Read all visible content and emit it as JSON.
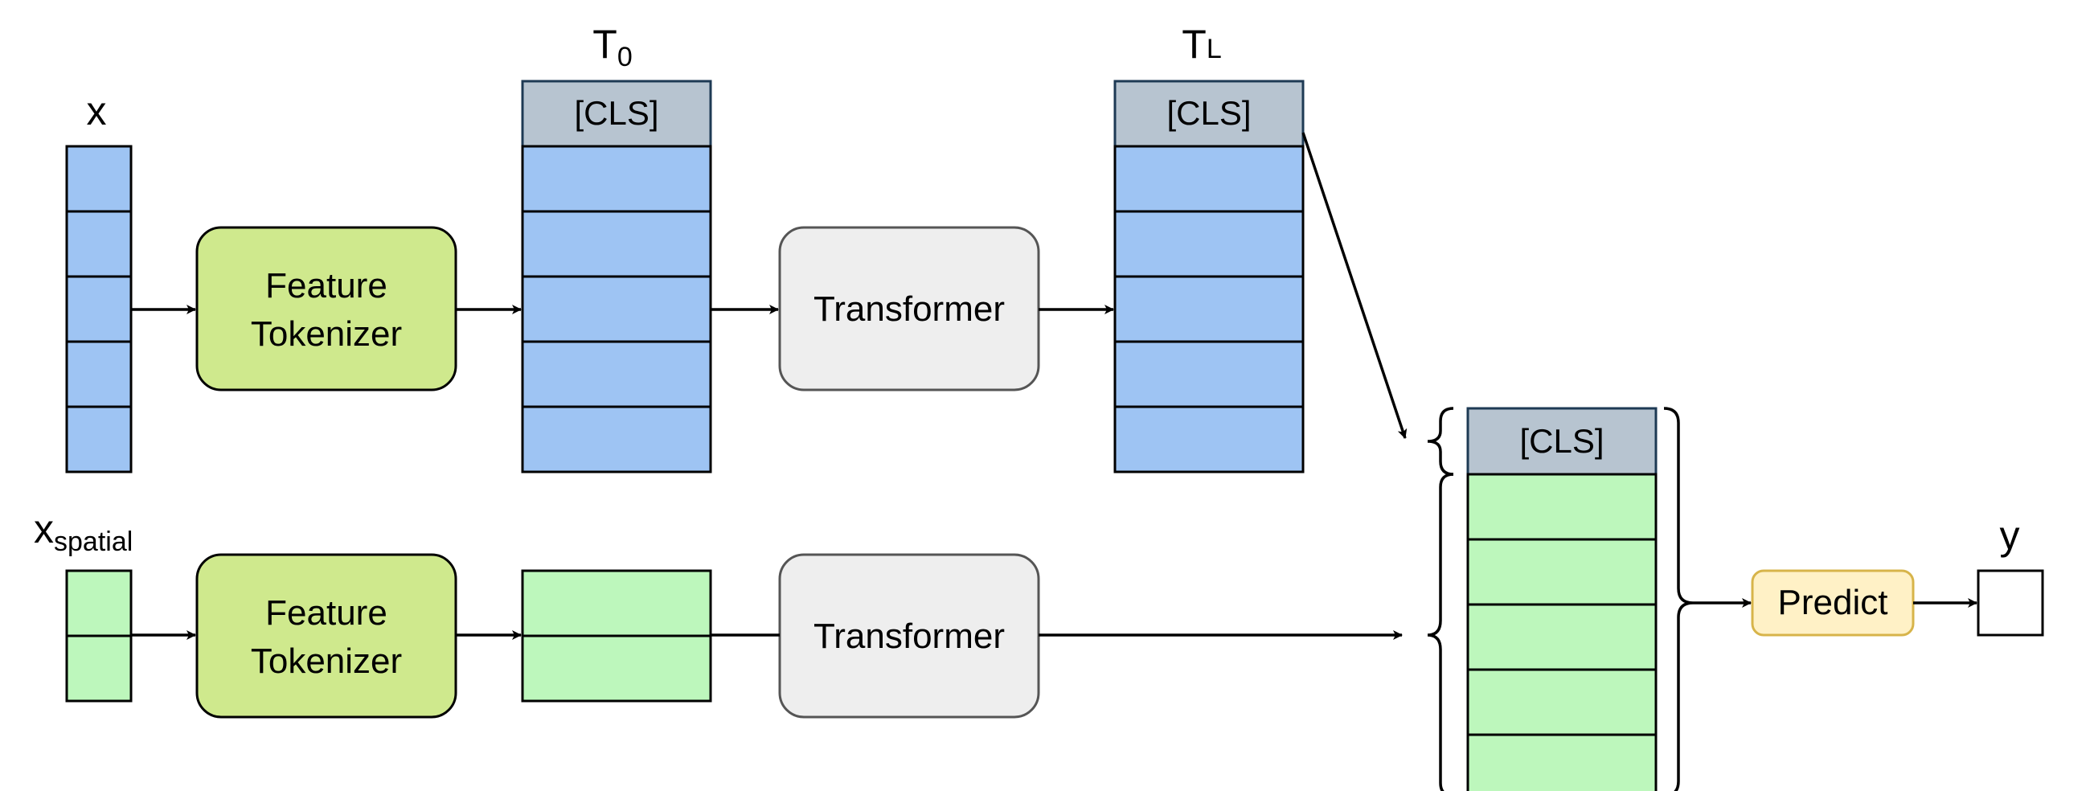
{
  "labels": {
    "x": "x",
    "x_spatial_base": "x",
    "x_spatial_sub": "spatial",
    "t0_base": "T",
    "t0_sub": "0",
    "tl_base": "T",
    "tl_sub": "L",
    "y": "y"
  },
  "nodes": {
    "feature_tokenizer_top": [
      "Feature",
      "Tokenizer"
    ],
    "feature_tokenizer_bottom": [
      "Feature",
      "Tokenizer"
    ],
    "transformer_top": "Transformer",
    "transformer_bottom": "Transformer",
    "predict": "Predict",
    "cls_t0": "[CLS]",
    "cls_tl": "[CLS]",
    "cls_concat": "[CLS]"
  },
  "colors": {
    "token_blue": "#9ec4f3",
    "token_green": "#bdf7bc",
    "cls_grey_blue": "#b7c4d0",
    "tokenizer_green": "#cfe98d",
    "transformer_grey": "#eeeeee",
    "predict_yellow": "#fff1c6",
    "predict_border": "#d7b44a"
  }
}
